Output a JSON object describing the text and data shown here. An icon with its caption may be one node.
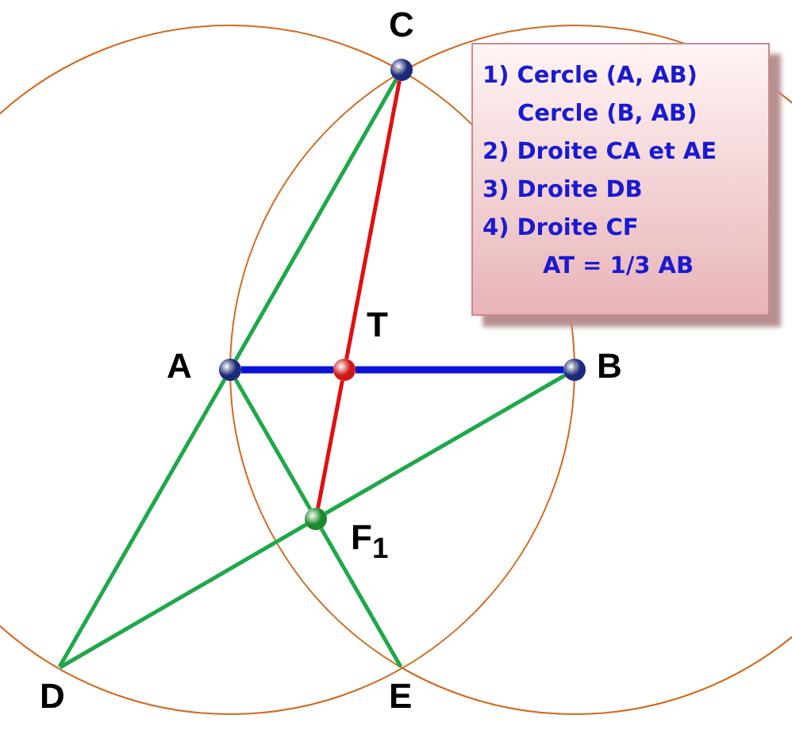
{
  "diagram": {
    "nodes": [
      {
        "text": [
          "C"
        ]
      },
      {
        "text": [
          "A"
        ]
      },
      {
        "text": [
          "T"
        ]
      },
      {
        "text": [
          "B"
        ]
      },
      {
        "text": [
          "F$_{1}$"
        ]
      },
      {
        "text": [
          "D"
        ]
      },
      {
        "text": [
          "E"
        ]
      },
      {
        "text": [
          "1) Cercle (A, AB)",
          "Cercle (B, AB)",
          "2) Droite CA et AE",
          "3) Droite DB",
          "4) Droite CF",
          "AT = 1/3 AB"
        ]
      }
    ],
    "edges": [
      {
        "from": 0,
        "to": 1,
        "arrow": "none"
      },
      {
        "from": 1,
        "to": 5,
        "arrow": "none"
      },
      {
        "from": 1,
        "to": 4,
        "arrow": "none"
      },
      {
        "from": 4,
        "to": 6,
        "arrow": "none"
      },
      {
        "from": 5,
        "to": 4,
        "arrow": "none"
      },
      {
        "from": 4,
        "to": 3,
        "arrow": "none"
      },
      {
        "from": 0,
        "to": 2,
        "arrow": "none",
        "color": "#e01010"
      },
      {
        "from": 2,
        "to": 4,
        "arrow": "none",
        "color": "#e01010"
      },
      {
        "from": 1,
        "to": 2,
        "arrow": "none",
        "style": "thick",
        "color": "#0a14d8"
      },
      {
        "from": 2,
        "to": 3,
        "arrow": "none",
        "style": "thick",
        "color": "#0a14d8"
      }
    ]
  }
}
